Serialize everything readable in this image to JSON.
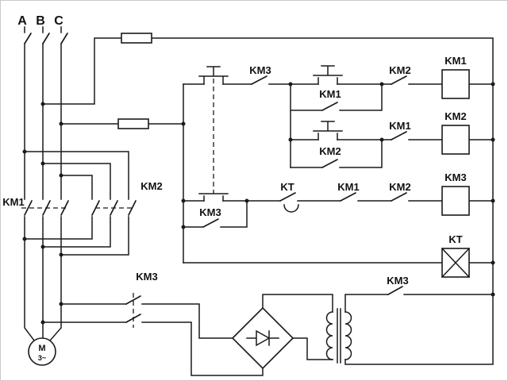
{
  "colors": {
    "line": "#1a1a1a",
    "background": "#ffffff",
    "border": "#c9c9c9"
  },
  "phases": {
    "a": "A",
    "b": "B",
    "c": "C"
  },
  "power": {
    "km1_main_label": "KM1",
    "km2_main_label": "KM2",
    "km3_brake_label": "KM3",
    "motor_label": "M",
    "motor_type_label": "3~"
  },
  "control": {
    "row1": {
      "km3_contact": "KM3",
      "km1_aux": "KM1",
      "km2_interlock": "KM2",
      "coil": "KM1"
    },
    "row2": {
      "km2_aux": "KM2",
      "km1_interlock": "KM1",
      "coil": "KM2"
    },
    "row3": {
      "km3_aux": "KM3",
      "kt_contact": "KT",
      "km1_interlock": "KM1",
      "km2_interlock": "KM2",
      "coil": "KM3"
    },
    "kt_coil": "KT",
    "transformer_km3_contact": "KM3"
  }
}
